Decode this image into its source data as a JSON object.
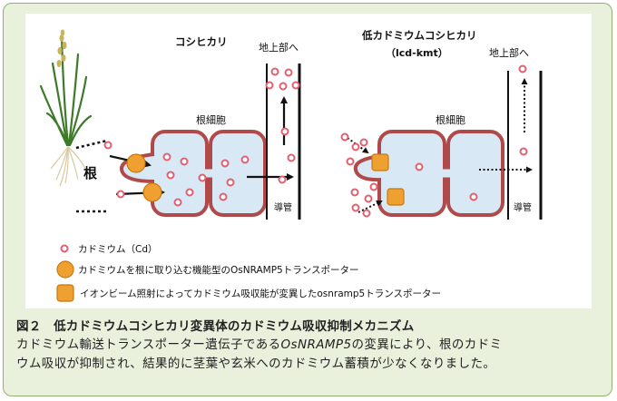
{
  "figure": {
    "left_title": "コシヒカリ",
    "right_title": "低カドミウムコシヒカリ",
    "right_subtitle": "（lcd-kmt）",
    "above_ground": "地上部へ",
    "root_cell": "根細胞",
    "vessel": "導管",
    "root": "根"
  },
  "legend": {
    "cadmium": "カドミウム（Cd）",
    "functional": "カドミウムを根に取り込む機能型のOsNRAMP5トランスポーター",
    "mutant": "イオンビーム照射によってカドミウム吸収能が変異したosnramp5トランスポーター"
  },
  "caption": {
    "title": "図２　低カドミウムコシヒカリ変異体のカドミウム吸収抑制メカニズム",
    "line1_a": "カドミウム輸送トランスポーター遺伝子である",
    "line1_gene": "OsNRAMP5",
    "line1_b": "の変異により、根のカドミ",
    "line2": "ウム吸収が抑制され、結果的に茎葉や玄米へのカドミウム蓄積が少なくなりました。"
  },
  "colors": {
    "cadmium": "#e06070",
    "transporter": "#f0a030",
    "cell_fill": "#d8e8f4",
    "cell_border": "#b04a4a",
    "frame_fill": "#e9f1dc"
  }
}
